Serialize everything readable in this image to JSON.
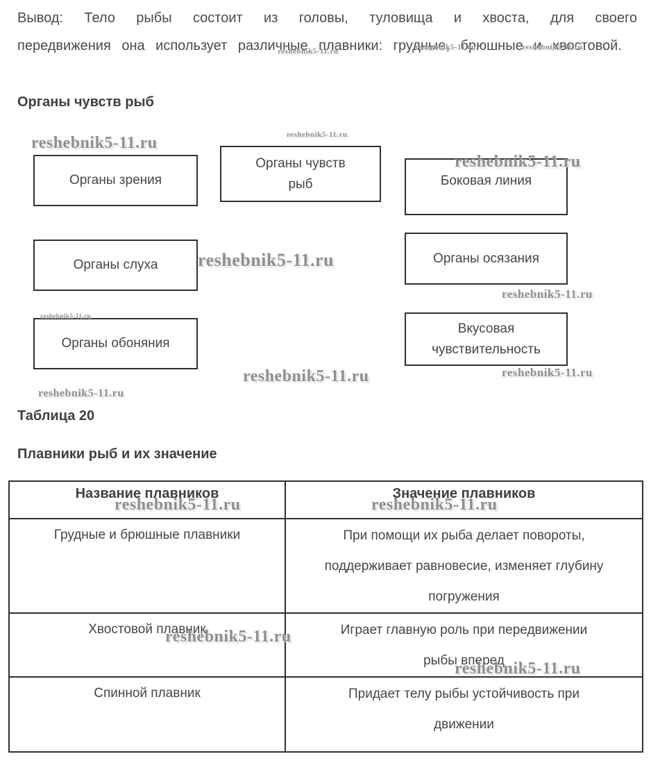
{
  "watermark": {
    "text": "reshebnik5-11.ru"
  },
  "intro": {
    "text": "Вывод: Тело рыбы состоит из головы, туловища и хвоста, для своего передвижения она использует различные плавники: грудные, брюшные и хвостовой."
  },
  "headings": {
    "sense_organs": "Органы чувств рыб",
    "table_label": "Таблица 20",
    "fins": "Плавники рыб и их значение"
  },
  "diagram": {
    "boxes": [
      {
        "label": "Органы зрения"
      },
      {
        "label": "Органы чувств\nрыб"
      },
      {
        "label": "Боковая линия"
      },
      {
        "label": "Органы слуха"
      },
      {
        "label": "Органы осязания"
      },
      {
        "label": "Органы обоняния"
      },
      {
        "label": "Вкусовая\nчувствительность"
      }
    ]
  },
  "table": {
    "headers": [
      "Название плавников",
      "Значение плавников"
    ],
    "rows": [
      {
        "name": "Грудные и брюшные плавники",
        "value": "При помощи их рыба делает повороты,\nподдерживает равновесие, изменяет глубину\nпогружения"
      },
      {
        "name": "Хвостовой плавник",
        "value": "Играет главную роль при передвижении\nрыбы вперед"
      },
      {
        "name": "Спинной плавник",
        "value": "Придает телу рыбы устойчивость при\nдвижении"
      }
    ]
  }
}
